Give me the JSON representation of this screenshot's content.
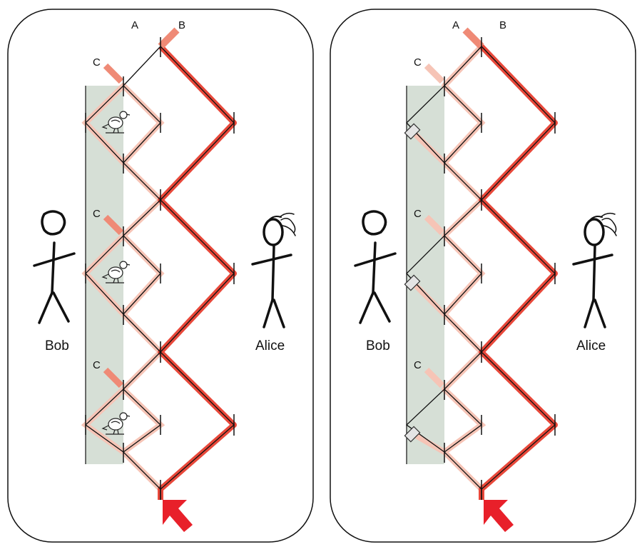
{
  "panels": [
    {
      "id": "left",
      "labels": {
        "port_a": "A",
        "port_b": "B",
        "port_c": "C"
      },
      "people": {
        "left_person": "Bob",
        "right_person": "Alice"
      },
      "cell_object": "bird",
      "cells": 3
    },
    {
      "id": "right",
      "labels": {
        "port_a": "A",
        "port_b": "B",
        "port_c": "C"
      },
      "people": {
        "left_person": "Bob",
        "right_person": "Alice"
      },
      "cell_object": "absorber",
      "cells": 3
    }
  ],
  "colors": {
    "beam_strong": "#e8483a",
    "beam_medium": "#ef8a76",
    "beam_faint": "#f6c4b6",
    "bob_region": "#d6dfd6",
    "line": "#111111",
    "arrow": "#e8202a"
  },
  "icons": [
    "bird-icon",
    "absorber-icon",
    "arrow-icon",
    "stick-figure-icon"
  ]
}
